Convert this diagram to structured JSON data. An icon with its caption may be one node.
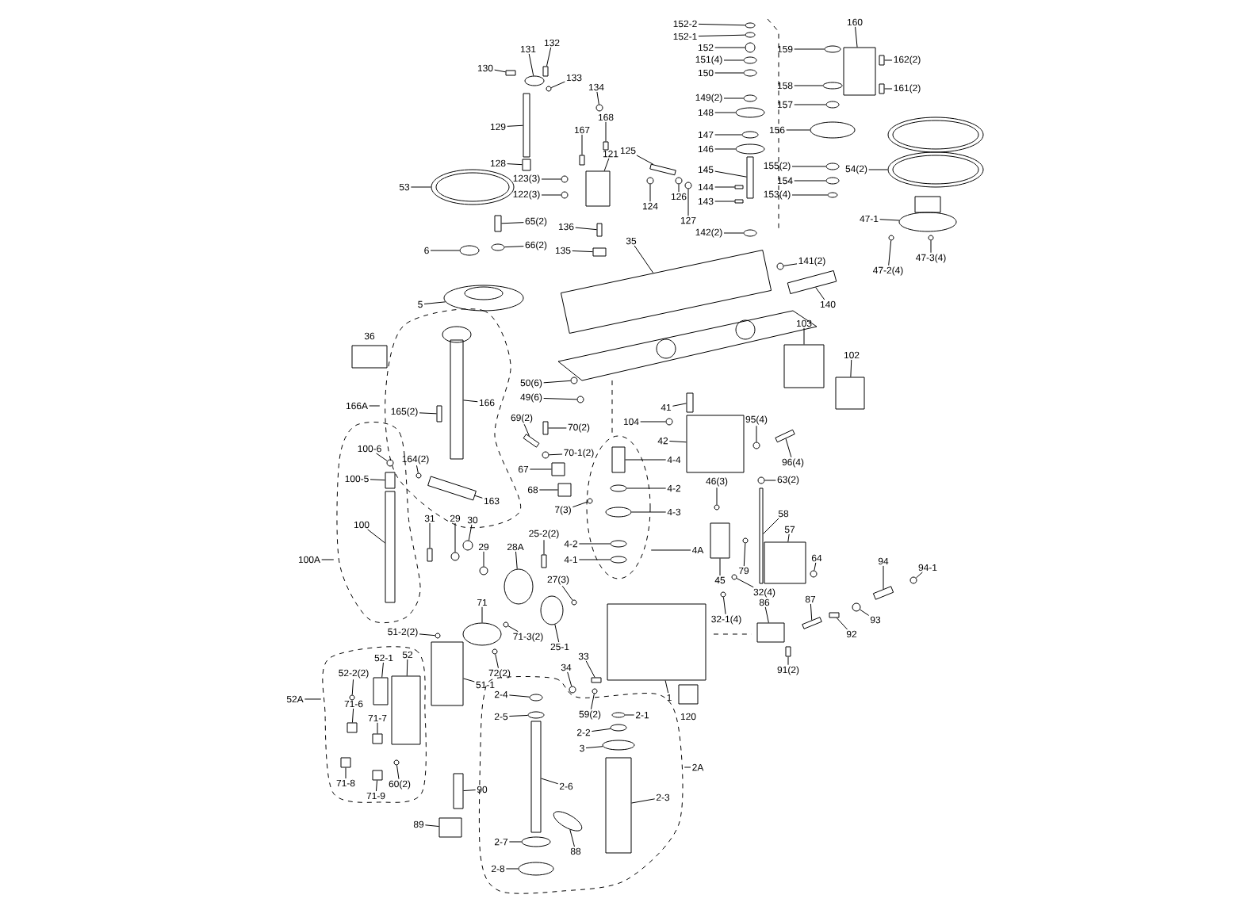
{
  "diagram": {
    "nodes": [
      {
        "text": [
          "152-2"
        ]
      },
      {
        "text": [
          "152-1"
        ]
      },
      {
        "text": [
          "160"
        ]
      },
      {
        "text": [
          "132"
        ]
      },
      {
        "text": [
          "152"
        ]
      },
      {
        "text": [
          "159"
        ]
      },
      {
        "text": [
          "131"
        ]
      },
      {
        "text": [
          "151(4)"
        ]
      },
      {
        "text": [
          "162(2)"
        ]
      },
      {
        "text": [
          "130"
        ]
      },
      {
        "text": [
          "150"
        ]
      },
      {
        "text": [
          "133"
        ]
      },
      {
        "text": [
          "134"
        ]
      },
      {
        "text": [
          "161(2)"
        ]
      },
      {
        "text": [
          "158"
        ]
      },
      {
        "text": [
          "149(2)"
        ]
      },
      {
        "text": [
          "157"
        ]
      },
      {
        "text": [
          "148"
        ]
      },
      {
        "text": [
          "168"
        ]
      },
      {
        "text": [
          "129"
        ]
      },
      {
        "text": [
          "156"
        ]
      },
      {
        "text": [
          "147"
        ]
      },
      {
        "text": [
          "167"
        ]
      },
      {
        "text": [
          "146"
        ]
      },
      {
        "text": [
          "125"
        ]
      },
      {
        "text": [
          "121"
        ]
      },
      {
        "text": [
          "128"
        ]
      },
      {
        "text": [
          "155(2)"
        ]
      },
      {
        "text": [
          "145"
        ]
      },
      {
        "text": [
          "54(2)"
        ]
      },
      {
        "text": [
          "154"
        ]
      },
      {
        "text": [
          "123(3)"
        ]
      },
      {
        "text": [
          "53"
        ]
      },
      {
        "text": [
          "126"
        ]
      },
      {
        "text": [
          "144"
        ]
      },
      {
        "text": [
          "122(3)"
        ]
      },
      {
        "text": [
          "153(4)"
        ]
      },
      {
        "text": [
          "127"
        ]
      },
      {
        "text": [
          "124"
        ]
      },
      {
        "text": [
          "143"
        ]
      },
      {
        "text": [
          "47-1"
        ]
      },
      {
        "text": [
          "65(2)"
        ]
      },
      {
        "text": [
          "136"
        ]
      },
      {
        "text": [
          "142(2)"
        ]
      },
      {
        "text": [
          "35"
        ]
      },
      {
        "text": [
          "66(2)"
        ]
      },
      {
        "text": [
          "135"
        ]
      },
      {
        "text": [
          "6"
        ]
      },
      {
        "text": [
          "47-3(4)"
        ]
      },
      {
        "text": [
          "141(2)"
        ]
      },
      {
        "text": [
          "47-2(4)"
        ]
      },
      {
        "text": [
          "140"
        ]
      },
      {
        "text": [
          "5"
        ]
      },
      {
        "text": [
          "103"
        ]
      },
      {
        "text": [
          "102"
        ]
      },
      {
        "text": [
          "50(6)"
        ]
      },
      {
        "text": [
          "49(6)"
        ]
      },
      {
        "text": [
          "166"
        ]
      },
      {
        "text": [
          "166A"
        ]
      },
      {
        "text": [
          "41"
        ]
      },
      {
        "text": [
          "165(2)"
        ]
      },
      {
        "text": [
          "104"
        ]
      },
      {
        "text": [
          "69(2)"
        ]
      },
      {
        "text": [
          "95(4)"
        ]
      },
      {
        "text": [
          "42"
        ]
      },
      {
        "text": [
          "70(2)"
        ]
      },
      {
        "text": [
          "100-6"
        ]
      },
      {
        "text": [
          "96(4)"
        ]
      },
      {
        "text": [
          "67"
        ]
      },
      {
        "text": [
          "164(2)"
        ]
      },
      {
        "text": [
          "4-4"
        ]
      },
      {
        "text": [
          "70-1(2)"
        ]
      },
      {
        "text": [
          "100-5"
        ]
      },
      {
        "text": [
          "68"
        ]
      },
      {
        "text": [
          "63(2)"
        ]
      },
      {
        "text": [
          "4-2"
        ]
      },
      {
        "text": [
          "46(3)"
        ]
      },
      {
        "text": [
          "7(3)"
        ]
      },
      {
        "text": [
          "163"
        ]
      },
      {
        "text": [
          "4-3"
        ]
      },
      {
        "text": [
          "58"
        ]
      },
      {
        "text": [
          "31"
        ]
      },
      {
        "text": [
          "29"
        ]
      },
      {
        "text": [
          "100"
        ]
      },
      {
        "text": [
          "30"
        ]
      },
      {
        "text": [
          "4A"
        ]
      },
      {
        "text": [
          "57"
        ]
      },
      {
        "text": [
          "4-2"
        ]
      },
      {
        "text": [
          "29"
        ]
      },
      {
        "text": [
          "28A"
        ]
      },
      {
        "text": [
          "25-2(2)"
        ]
      },
      {
        "text": [
          "4-1"
        ]
      },
      {
        "text": [
          "100A"
        ]
      },
      {
        "text": [
          "94"
        ]
      },
      {
        "text": [
          "64"
        ]
      },
      {
        "text": [
          "79"
        ]
      },
      {
        "text": [
          "45"
        ]
      },
      {
        "text": [
          "27(3)"
        ]
      },
      {
        "text": [
          "94-1"
        ]
      },
      {
        "text": [
          "32(4)"
        ]
      },
      {
        "text": [
          "87"
        ]
      },
      {
        "text": [
          "93"
        ]
      },
      {
        "text": [
          "71"
        ]
      },
      {
        "text": [
          "32-1(4)"
        ]
      },
      {
        "text": [
          "86"
        ]
      },
      {
        "text": [
          "51-2(2)"
        ]
      },
      {
        "text": [
          "92"
        ]
      },
      {
        "text": [
          "71-3(2)"
        ]
      },
      {
        "text": [
          "25-1"
        ]
      },
      {
        "text": [
          "52"
        ]
      },
      {
        "text": [
          "33"
        ]
      },
      {
        "text": [
          "52-1"
        ]
      },
      {
        "text": [
          "72(2)"
        ]
      },
      {
        "text": [
          "91(2)"
        ]
      },
      {
        "text": [
          "52-2(2)"
        ]
      },
      {
        "text": [
          "34"
        ]
      },
      {
        "text": [
          "1"
        ]
      },
      {
        "text": [
          "51-1"
        ]
      },
      {
        "text": [
          "2-4"
        ]
      },
      {
        "text": [
          "52A"
        ]
      },
      {
        "text": [
          "71-6"
        ]
      },
      {
        "text": [
          "2-5"
        ]
      },
      {
        "text": [
          "59(2)"
        ]
      },
      {
        "text": [
          "2-1"
        ]
      },
      {
        "text": [
          "71-7"
        ]
      },
      {
        "text": [
          "2-2"
        ]
      },
      {
        "text": [
          "3"
        ]
      },
      {
        "text": [
          "2A"
        ]
      },
      {
        "text": [
          "71-8"
        ]
      },
      {
        "text": [
          "60(2)"
        ]
      },
      {
        "text": [
          "2-6"
        ]
      },
      {
        "text": [
          "71-9"
        ]
      },
      {
        "text": [
          "90"
        ]
      },
      {
        "text": [
          "2-3"
        ]
      },
      {
        "text": [
          "89"
        ]
      },
      {
        "text": [
          "2-7"
        ]
      },
      {
        "text": [
          "88"
        ]
      },
      {
        "text": [
          "2-8"
        ]
      },
      {
        "text": [],
        "shape": "circle"
      },
      {
        "text": [],
        "shape": "circle"
      },
      {
        "text": [],
        "shape": "box"
      },
      {
        "text": [],
        "shape": "bar"
      },
      {
        "text": [],
        "shape": "circle"
      },
      {
        "text": [],
        "shape": "circle"
      },
      {
        "text": [],
        "shape": "circle"
      },
      {
        "text": [],
        "shape": "circle"
      },
      {
        "text": [],
        "shape": "bar"
      },
      {
        "text": [],
        "shape": "box"
      },
      {
        "text": [],
        "shape": "circle"
      },
      {
        "text": [],
        "shape": "circle"
      },
      {
        "text": [],
        "shape": "circle"
      },
      {
        "text": [],
        "shape": "bar"
      },
      {
        "text": [],
        "shape": "circle"
      },
      {
        "text": [],
        "shape": "circle"
      },
      {
        "text": [],
        "shape": "circle"
      },
      {
        "text": [],
        "shape": "circle"
      },
      {
        "text": [],
        "shape": "bar"
      },
      {
        "text": [],
        "shape": "bar"
      },
      {
        "text": [],
        "shape": "circle"
      },
      {
        "text": [],
        "shape": "circle"
      },
      {
        "text": [],
        "shape": "bar"
      },
      {
        "text": [],
        "shape": "circle"
      },
      {
        "text": [],
        "shape": "bar"
      },
      {
        "text": [],
        "shape": "box"
      },
      {
        "text": [],
        "shape": "box"
      },
      {
        "text": [],
        "shape": "circle"
      },
      {
        "text": [],
        "shape": "bar"
      },
      {
        "text": [],
        "shape": "circle"
      },
      {
        "text": [],
        "shape": "circle"
      },
      {
        "text": [],
        "shape": "circle"
      },
      {
        "text": [],
        "shape": "circle"
      },
      {
        "text": [],
        "shape": "circle"
      },
      {
        "text": [],
        "shape": "box"
      },
      {
        "text": [],
        "shape": "circle"
      },
      {
        "text": [],
        "shape": "circle"
      },
      {
        "text": [],
        "shape": "circle"
      },
      {
        "text": [],
        "shape": "circle"
      },
      {
        "text": [],
        "shape": "box"
      },
      {
        "text": [],
        "shape": "circle"
      },
      {
        "text": [],
        "shape": "box"
      },
      {
        "text": [],
        "shape": "bar"
      },
      {
        "text": [],
        "shape": "circle"
      },
      {
        "text": [],
        "shape": "box"
      },
      {
        "text": [],
        "shape": "circle"
      },
      {
        "text": [],
        "shape": "box"
      },
      {
        "text": [],
        "shape": "circle"
      },
      {
        "text": [],
        "shape": "circle"
      },
      {
        "text": [],
        "shape": "circle"
      },
      {
        "text": [],
        "shape": "circle"
      },
      {
        "text": [],
        "shape": "box"
      },
      {
        "text": [],
        "shape": "circle"
      },
      {
        "text": [],
        "shape": "box"
      },
      {
        "text": [],
        "shape": "box"
      },
      {
        "text": [],
        "shape": "circle"
      },
      {
        "text": [],
        "shape": "circle"
      },
      {
        "text": [],
        "shape": "bar"
      },
      {
        "text": [],
        "shape": "bar"
      },
      {
        "text": [],
        "shape": "bar"
      },
      {
        "text": [],
        "shape": "circle"
      },
      {
        "text": [],
        "shape": "bar"
      },
      {
        "text": [],
        "shape": "circle"
      },
      {
        "text": [],
        "shape": "box"
      },
      {
        "text": [],
        "shape": "bar"
      },
      {
        "text": [],
        "shape": "circle"
      },
      {
        "text": [],
        "shape": "bar"
      },
      {
        "text": [],
        "shape": "box"
      },
      {
        "text": [],
        "shape": "circle"
      },
      {
        "text": [],
        "shape": "box"
      },
      {
        "text": [],
        "shape": "circle"
      },
      {
        "text": [],
        "shape": "box"
      },
      {
        "text": [],
        "shape": "box"
      },
      {
        "text": [],
        "shape": "circle"
      },
      {
        "text": [],
        "shape": "circle"
      },
      {
        "text": [],
        "shape": "circle"
      },
      {
        "text": [],
        "shape": "circle"
      },
      {
        "text": [],
        "shape": "bar"
      },
      {
        "text": [],
        "shape": "circle"
      },
      {
        "text": [],
        "shape": "bar"
      },
      {
        "text": [],
        "shape": "bar"
      },
      {
        "text": [],
        "shape": "circle"
      },
      {
        "text": [],
        "shape": "bar"
      },
      {
        "text": [],
        "shape": "circle"
      },
      {
        "text": [],
        "shape": "box"
      },
      {
        "text": [],
        "shape": "circle"
      },
      {
        "text": [],
        "shape": "circle"
      },
      {
        "text": [],
        "shape": "circle"
      },
      {
        "text": [],
        "shape": "bar"
      },
      {
        "text": [],
        "shape": "circle"
      },
      {
        "text": [],
        "shape": "bar"
      },
      {
        "text": [],
        "shape": "circle"
      },
      {
        "text": [],
        "shape": "circle"
      },
      {
        "text": [],
        "shape": "box"
      },
      {
        "text": [],
        "shape": "circle"
      },
      {
        "text": [],
        "shape": "circle"
      },
      {
        "text": [],
        "shape": "circle"
      },
      {
        "text": [],
        "shape": "bar"
      },
      {
        "text": [],
        "shape": "circle"
      },
      {
        "text": [],
        "shape": "circle"
      },
      {
        "text": [],
        "shape": "circle"
      },
      {
        "text": [],
        "shape": "box"
      },
      {
        "text": [],
        "shape": "circle"
      },
      {
        "text": [],
        "shape": "box"
      },
      {
        "text": [],
        "shape": "circle"
      },
      {
        "text": [],
        "shape": "circle"
      },
      {
        "text": [],
        "shape": "box"
      },
      {
        "text": [],
        "shape": "bar"
      },
      {
        "text": [],
        "shape": "box"
      },
      {
        "text": [],
        "shape": "circle"
      },
      {
        "text": [],
        "shape": "bar"
      },
      {
        "text": [],
        "shape": "circle"
      },
      {
        "text": [],
        "shape": "circle"
      },
      {
        "text": [],
        "shape": "box"
      },
      {
        "text": [],
        "shape": "box"
      },
      {
        "text": [],
        "shape": "circle"
      },
      {
        "text": [],
        "shape": "box"
      },
      {
        "text": [],
        "shape": "circle"
      },
      {
        "text": [],
        "shape": "circle"
      },
      {
        "text": [],
        "shape": "circle"
      },
      {
        "text": [],
        "shape": "box"
      },
      {
        "text": [],
        "shape": "circle"
      },
      {
        "text": [],
        "shape": "circle"
      },
      {
        "text": [],
        "shape": "box"
      },
      {
        "text": [],
        "shape": "circle"
      },
      {
        "text": [],
        "shape": "bar"
      },
      {
        "text": [],
        "shape": "box"
      },
      {
        "text": [],
        "shape": "bar"
      },
      {
        "text": [],
        "shape": "box"
      },
      {
        "text": [],
        "shape": "box"
      },
      {
        "text": [],
        "shape": "circle"
      },
      {
        "text": [],
        "shape": "circle"
      },
      {
        "text": [],
        "shape": "circle"
      }
    ],
    "edges": [
      {
        "from": 0,
        "to": 138,
        "arrow": "none"
      },
      {
        "from": 1,
        "to": 139,
        "arrow": "none"
      },
      {
        "from": 2,
        "to": 140,
        "arrow": "none"
      },
      {
        "from": 3,
        "to": 141,
        "arrow": "none"
      },
      {
        "from": 4,
        "to": 142,
        "arrow": "none"
      },
      {
        "from": 5,
        "to": 143,
        "arrow": "none"
      },
      {
        "from": 6,
        "to": 144,
        "arrow": "none"
      },
      {
        "from": 7,
        "to": 145,
        "arrow": "none"
      },
      {
        "from": 8,
        "to": 146,
        "arrow": "none"
      },
      {
        "from": 9,
        "to": 147,
        "arrow": "none"
      },
      {
        "from": 10,
        "to": 148,
        "arrow": "none"
      },
      {
        "from": 11,
        "to": 149,
        "arrow": "none"
      },
      {
        "from": 12,
        "to": 150,
        "arrow": "none"
      },
      {
        "from": 13,
        "to": 151,
        "arrow": "none"
      },
      {
        "from": 14,
        "to": 152,
        "arrow": "none"
      },
      {
        "from": 15,
        "to": 153,
        "arrow": "none"
      },
      {
        "from": 16,
        "to": 154,
        "arrow": "none"
      },
      {
        "from": 17,
        "to": 155,
        "arrow": "none"
      },
      {
        "from": 18,
        "to": 156,
        "arrow": "none"
      },
      {
        "from": 19,
        "to": 157,
        "arrow": "none"
      },
      {
        "from": 20,
        "to": 158,
        "arrow": "none"
      },
      {
        "from": 21,
        "to": 159,
        "arrow": "none"
      },
      {
        "from": 22,
        "to": 160,
        "arrow": "none"
      },
      {
        "from": 23,
        "to": 161,
        "arrow": "none"
      },
      {
        "from": 24,
        "to": 162,
        "arrow": "none"
      },
      {
        "from": 25,
        "to": 163,
        "arrow": "none"
      },
      {
        "from": 26,
        "to": 164,
        "arrow": "none"
      },
      {
        "from": 27,
        "to": 165,
        "arrow": "none"
      },
      {
        "from": 28,
        "to": 166,
        "arrow": "none"
      },
      {
        "from": 29,
        "to": 167,
        "arrow": "none"
      },
      {
        "from": 30,
        "to": 168,
        "arrow": "none"
      },
      {
        "from": 31,
        "to": 169,
        "arrow": "none"
      },
      {
        "from": 32,
        "to": 170,
        "arrow": "none"
      },
      {
        "from": 33,
        "to": 171,
        "arrow": "none"
      },
      {
        "from": 34,
        "to": 172,
        "arrow": "none"
      },
      {
        "from": 35,
        "to": 173,
        "arrow": "none"
      },
      {
        "from": 36,
        "to": 174,
        "arrow": "none"
      },
      {
        "from": 37,
        "to": 175,
        "arrow": "none"
      },
      {
        "from": 38,
        "to": 176,
        "arrow": "none"
      },
      {
        "from": 39,
        "to": 177,
        "arrow": "none"
      },
      {
        "from": 40,
        "to": 178,
        "arrow": "none"
      },
      {
        "from": 41,
        "to": 179,
        "arrow": "none"
      },
      {
        "from": 42,
        "to": 180,
        "arrow": "none"
      },
      {
        "from": 43,
        "to": 181,
        "arrow": "none"
      },
      {
        "from": 44,
        "to": 182,
        "arrow": "none"
      },
      {
        "from": 45,
        "to": 183,
        "arrow": "none"
      },
      {
        "from": 46,
        "to": 184,
        "arrow": "none"
      },
      {
        "from": 47,
        "to": 185,
        "arrow": "none"
      },
      {
        "from": 48,
        "to": 186,
        "arrow": "none"
      },
      {
        "from": 49,
        "to": 187,
        "arrow": "none"
      },
      {
        "from": 50,
        "to": 188,
        "arrow": "none"
      },
      {
        "from": 51,
        "to": 189,
        "arrow": "none"
      },
      {
        "from": 52,
        "to": 190,
        "arrow": "none"
      },
      {
        "from": 53,
        "to": 191,
        "arrow": "none"
      },
      {
        "from": 54,
        "to": 192,
        "arrow": "none"
      },
      {
        "from": 55,
        "to": 193,
        "arrow": "none"
      },
      {
        "from": 56,
        "to": 194,
        "arrow": "none"
      },
      {
        "from": 57,
        "to": 195,
        "arrow": "none"
      },
      {
        "from": 58,
        "to": null,
        "arrow": "none"
      },
      {
        "from": 59,
        "to": 196,
        "arrow": "none"
      },
      {
        "from": 60,
        "to": 197,
        "arrow": "none"
      },
      {
        "from": 61,
        "to": 198,
        "arrow": "none"
      },
      {
        "from": 62,
        "to": 199,
        "arrow": "none"
      },
      {
        "from": 63,
        "to": 200,
        "arrow": "none"
      },
      {
        "from": 64,
        "to": 201,
        "arrow": "none"
      },
      {
        "from": 65,
        "to": 202,
        "arrow": "none"
      },
      {
        "from": 66,
        "to": 203,
        "arrow": "none"
      },
      {
        "from": 67,
        "to": 204,
        "arrow": "none"
      },
      {
        "from": 68,
        "to": 205,
        "arrow": "none"
      },
      {
        "from": 69,
        "to": 206,
        "arrow": "none"
      },
      {
        "from": 70,
        "to": 207,
        "arrow": "none"
      },
      {
        "from": 71,
        "to": 208,
        "arrow": "none"
      },
      {
        "from": 72,
        "to": 209,
        "arrow": "none"
      },
      {
        "from": 73,
        "to": 210,
        "arrow": "none"
      },
      {
        "from": 74,
        "to": 211,
        "arrow": "none"
      },
      {
        "from": 75,
        "to": 212,
        "arrow": "none"
      },
      {
        "from": 76,
        "to": 213,
        "arrow": "none"
      },
      {
        "from": 77,
        "to": 214,
        "arrow": "none"
      },
      {
        "from": 78,
        "to": 215,
        "arrow": "none"
      },
      {
        "from": 79,
        "to": 216,
        "arrow": "none"
      },
      {
        "from": 80,
        "to": 217,
        "arrow": "none"
      },
      {
        "from": 81,
        "to": 218,
        "arrow": "none"
      },
      {
        "from": 82,
        "to": 219,
        "arrow": "none"
      },
      {
        "from": 83,
        "to": 220,
        "arrow": "none"
      },
      {
        "from": 84,
        "to": 221,
        "arrow": "none"
      },
      {
        "from": 85,
        "to": null,
        "arrow": "none"
      },
      {
        "from": 86,
        "to": 222,
        "arrow": "none"
      },
      {
        "from": 87,
        "to": 223,
        "arrow": "none"
      },
      {
        "from": 88,
        "to": 224,
        "arrow": "none"
      },
      {
        "from": 89,
        "to": 225,
        "arrow": "none"
      },
      {
        "from": 90,
        "to": 226,
        "arrow": "none"
      },
      {
        "from": 91,
        "to": 227,
        "arrow": "none"
      },
      {
        "from": 92,
        "to": null,
        "arrow": "none"
      },
      {
        "from": 93,
        "to": 228,
        "arrow": "none"
      },
      {
        "from": 94,
        "to": 229,
        "arrow": "none"
      },
      {
        "from": 95,
        "to": 230,
        "arrow": "none"
      },
      {
        "from": 96,
        "to": 231,
        "arrow": "none"
      },
      {
        "from": 97,
        "to": 232,
        "arrow": "none"
      },
      {
        "from": 98,
        "to": 233,
        "arrow": "none"
      },
      {
        "from": 99,
        "to": 234,
        "arrow": "none"
      },
      {
        "from": 100,
        "to": 235,
        "arrow": "none"
      },
      {
        "from": 101,
        "to": 236,
        "arrow": "none"
      },
      {
        "from": 102,
        "to": 237,
        "arrow": "none"
      },
      {
        "from": 103,
        "to": 238,
        "arrow": "none"
      },
      {
        "from": 104,
        "to": 239,
        "arrow": "none"
      },
      {
        "from": 105,
        "to": 240,
        "arrow": "none"
      },
      {
        "from": 106,
        "to": 241,
        "arrow": "none"
      },
      {
        "from": 107,
        "to": 242,
        "arrow": "none"
      },
      {
        "from": 108,
        "to": 243,
        "arrow": "none"
      },
      {
        "from": 109,
        "to": 244,
        "arrow": "none"
      },
      {
        "from": 110,
        "to": 245,
        "arrow": "none"
      },
      {
        "from": 111,
        "to": 246,
        "arrow": "none"
      },
      {
        "from": 112,
        "to": 247,
        "arrow": "none"
      },
      {
        "from": 113,
        "to": 248,
        "arrow": "none"
      },
      {
        "from": 114,
        "to": 249,
        "arrow": "none"
      },
      {
        "from": 115,
        "to": 250,
        "arrow": "none"
      },
      {
        "from": 116,
        "to": 251,
        "arrow": "none"
      },
      {
        "from": 117,
        "to": 252,
        "arrow": "none"
      },
      {
        "from": 118,
        "to": 253,
        "arrow": "none"
      },
      {
        "from": 119,
        "to": null,
        "arrow": "none"
      },
      {
        "from": 120,
        "to": 254,
        "arrow": "none"
      },
      {
        "from": 121,
        "to": 255,
        "arrow": "none"
      },
      {
        "from": 122,
        "to": 256,
        "arrow": "none"
      },
      {
        "from": 123,
        "to": 257,
        "arrow": "none"
      },
      {
        "from": 124,
        "to": 258,
        "arrow": "none"
      },
      {
        "from": 125,
        "to": 259,
        "arrow": "none"
      },
      {
        "from": 126,
        "to": 260,
        "arrow": "none"
      },
      {
        "from": 127,
        "to": null,
        "arrow": "none"
      },
      {
        "from": 128,
        "to": 261,
        "arrow": "none"
      },
      {
        "from": 129,
        "to": 262,
        "arrow": "none"
      },
      {
        "from": 130,
        "to": 263,
        "arrow": "none"
      },
      {
        "from": 131,
        "to": 264,
        "arrow": "none"
      },
      {
        "from": 132,
        "to": 265,
        "arrow": "none"
      },
      {
        "from": 133,
        "to": 266,
        "arrow": "none"
      },
      {
        "from": 134,
        "to": 267,
        "arrow": "none"
      },
      {
        "from": 135,
        "to": 268,
        "arrow": "none"
      },
      {
        "from": 136,
        "to": 269,
        "arrow": "none"
      },
      {
        "from": 137,
        "to": 270,
        "arrow": "none"
      }
    ],
    "labels": [
      "36",
      "120"
    ]
  }
}
